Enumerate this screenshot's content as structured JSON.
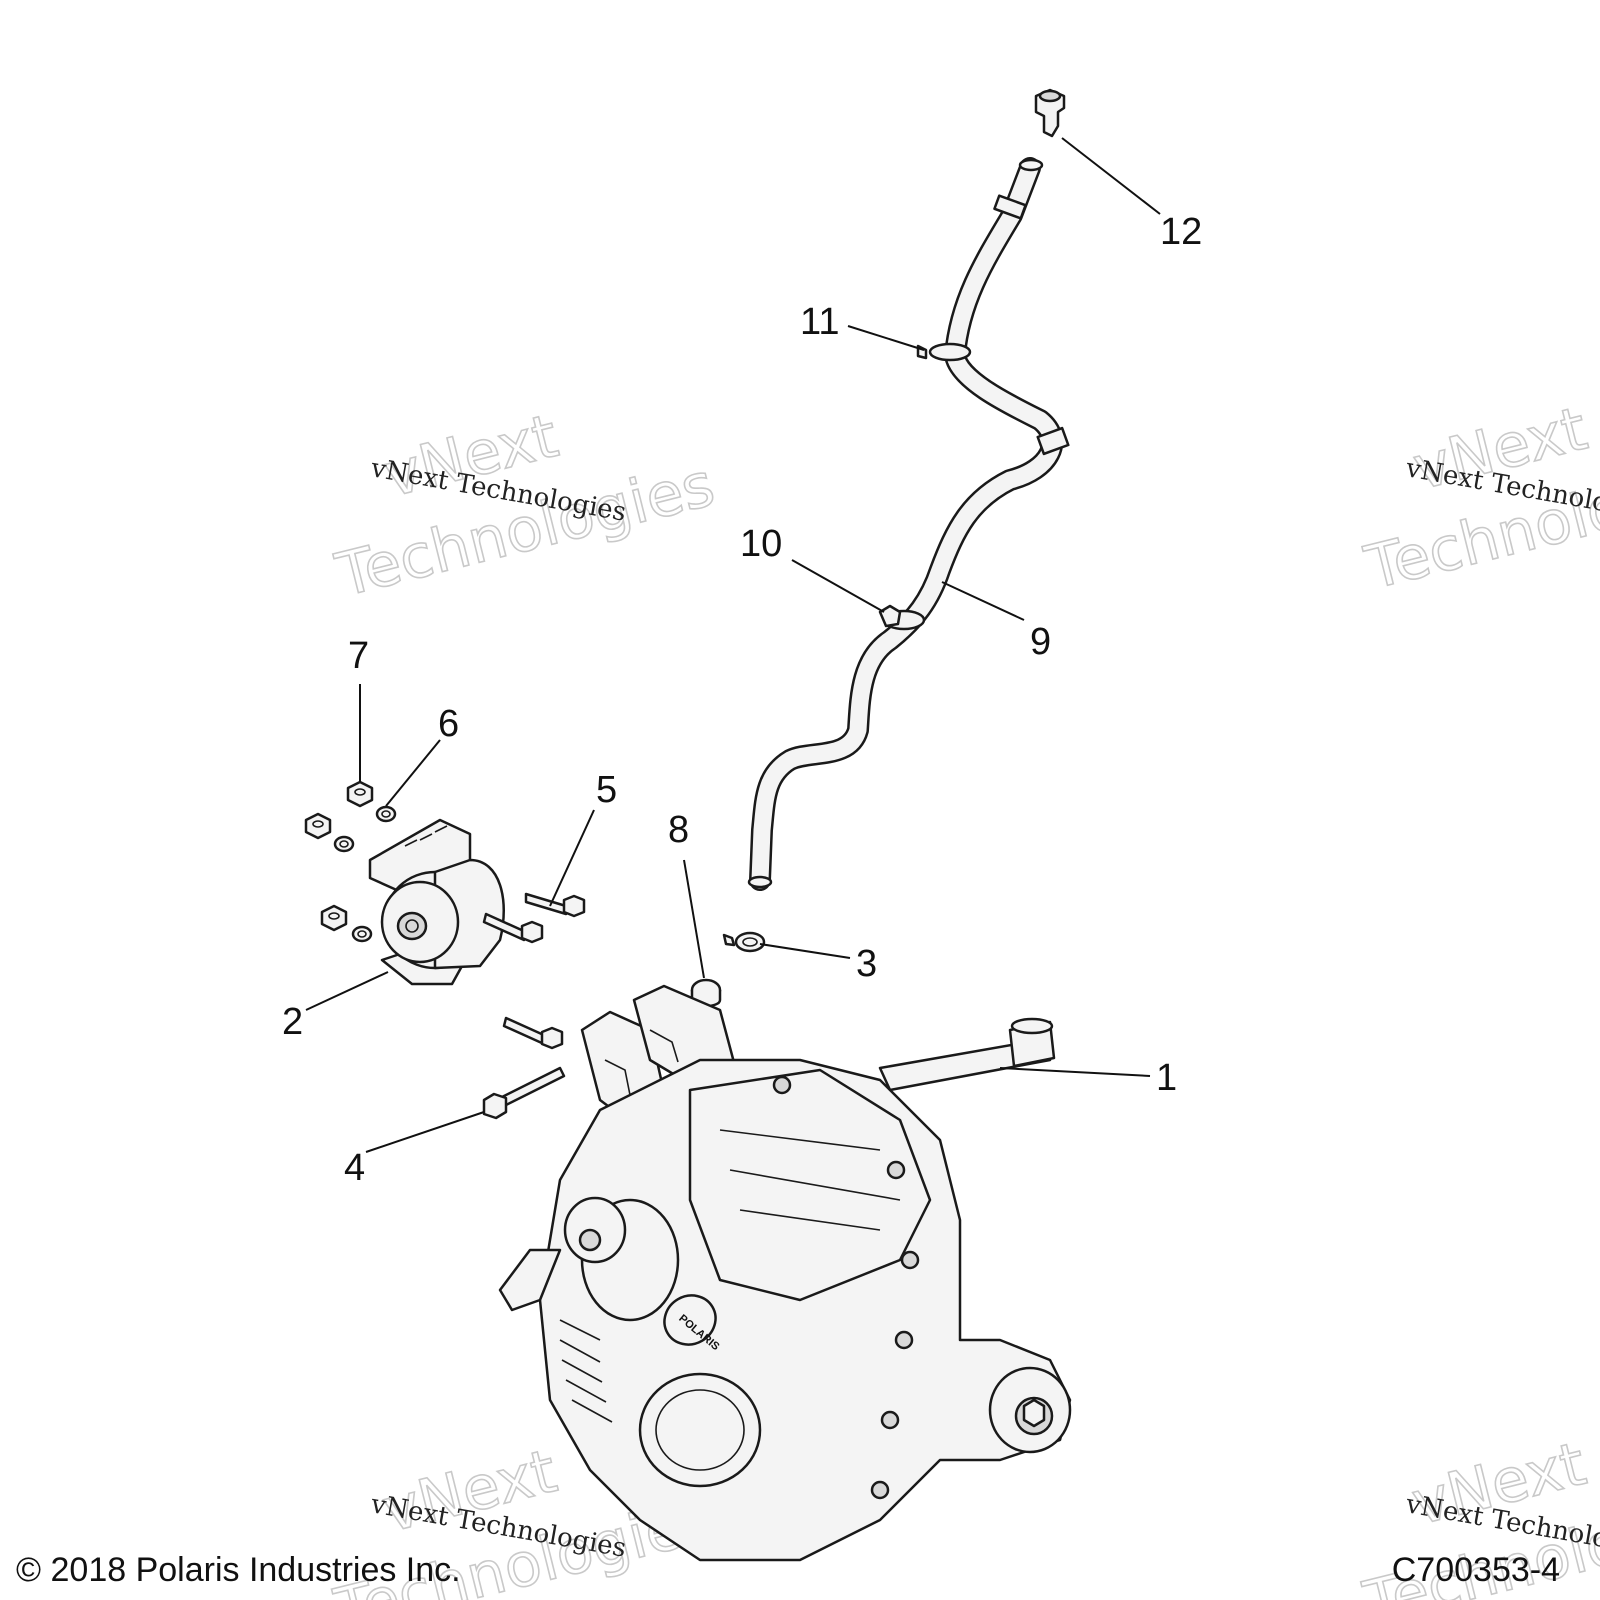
{
  "diagram": {
    "callouts": [
      "1",
      "2",
      "3",
      "4",
      "5",
      "6",
      "7",
      "8",
      "9",
      "10",
      "11",
      "12"
    ],
    "watermarks": [
      {
        "line1": "vNext",
        "line2": "Technologies",
        "caption": "vNext Technologies"
      },
      {
        "line1": "vNext",
        "line2": "Technologies",
        "caption": "vNext Technologies"
      },
      {
        "line1": "vNext",
        "line2": "Technologies",
        "caption": "vNext Technologies"
      },
      {
        "line1": "vNext",
        "line2": "Technologies",
        "caption": "vNext Technologies"
      }
    ],
    "brand_on_part": "POLARIS"
  },
  "footer": {
    "copyright": "© 2018 Polaris Industries Inc.",
    "drawing_number": "C700353-4"
  }
}
